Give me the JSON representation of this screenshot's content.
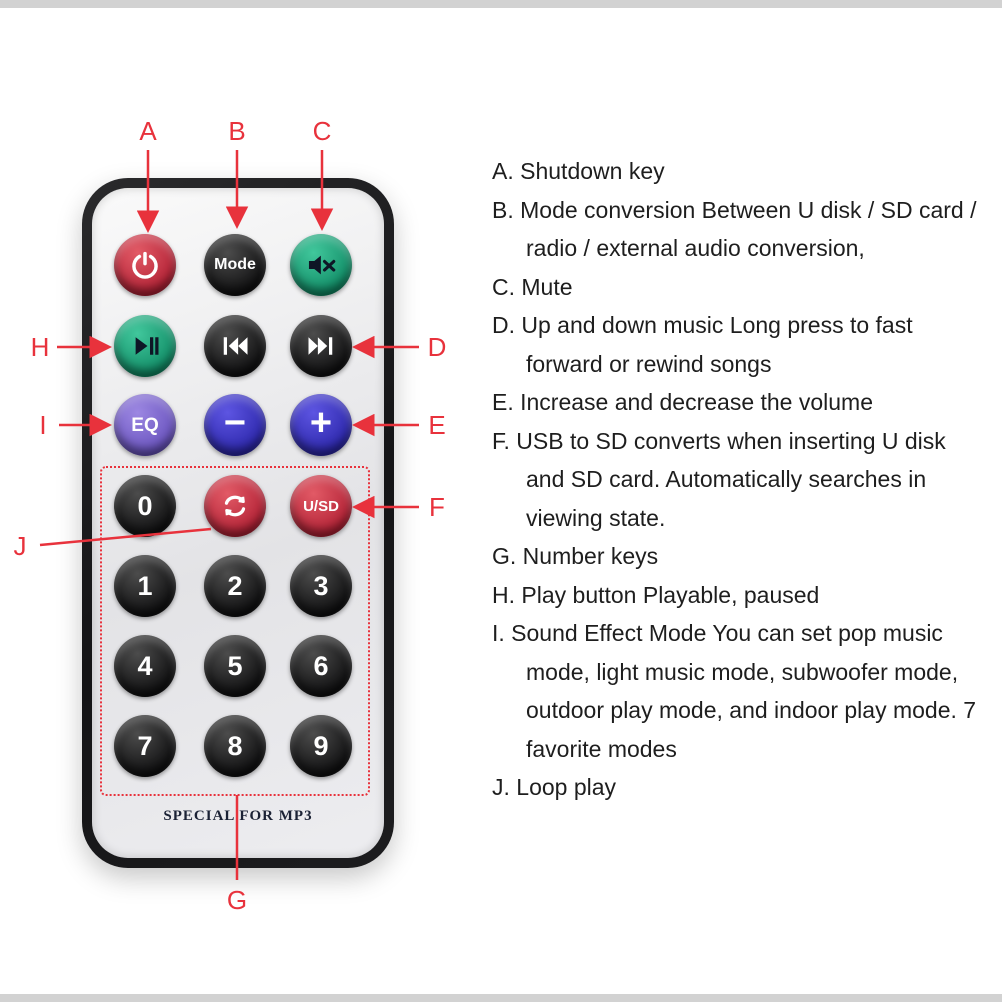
{
  "remote": {
    "bottom_text": "SPECIAL FOR MP3",
    "mode_label": "Mode",
    "eq_label": "EQ",
    "volume_down_label": "−",
    "volume_up_label": "+",
    "usd_label": "U/SD",
    "digits": [
      "0",
      "1",
      "2",
      "3",
      "4",
      "5",
      "6",
      "7",
      "8",
      "9"
    ],
    "colors": {
      "body": "#1a1a1c",
      "face": "#ededf0",
      "button_black": "#0f0f10",
      "button_red": "#b01f33",
      "button_green": "#0f8a64",
      "button_purple": "#6751bd",
      "button_blue": "#2a25a8"
    }
  },
  "callouts": {
    "a": "A",
    "b": "B",
    "c": "C",
    "d": "D",
    "e": "E",
    "f": "F",
    "g": "G",
    "h": "H",
    "i": "I",
    "j": "J",
    "color": "#e8323c"
  },
  "legend": {
    "entries": [
      {
        "letter": "A.",
        "text": "Shutdown key"
      },
      {
        "letter": "B.",
        "text": "Mode conversion Between U disk / SD card / radio / external audio conversion,"
      },
      {
        "letter": "C.",
        "text": "Mute"
      },
      {
        "letter": "D.",
        "text": "Up and down music Long press to fast forward or rewind songs"
      },
      {
        "letter": "E.",
        "text": "Increase and decrease the volume"
      },
      {
        "letter": "F.",
        "text": "USB to SD converts when inserting U disk and SD card. Automatically searches in viewing state."
      },
      {
        "letter": "G.",
        "text": "Number keys"
      },
      {
        "letter": "H.",
        "text": "Play button Playable, paused"
      },
      {
        "letter": "I.",
        "text": "Sound Effect Mode You can set pop music mode, light music mode, subwoofer mode, outdoor play mode, and indoor play mode. 7 favorite modes"
      },
      {
        "letter": "J.",
        "text": "Loop play"
      }
    ]
  }
}
